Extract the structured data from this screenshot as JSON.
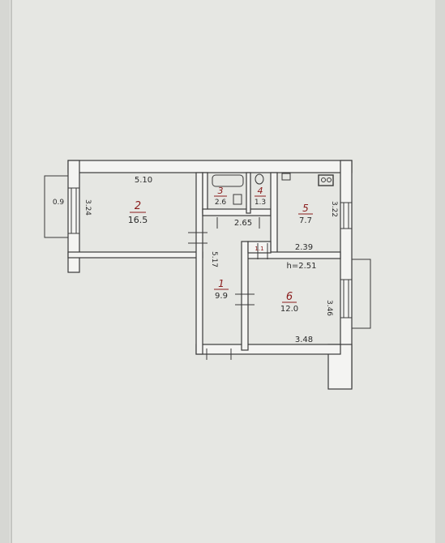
{
  "plan": {
    "rooms": [
      {
        "id": "2",
        "area": "16.5"
      },
      {
        "id": "3",
        "area": "2.6"
      },
      {
        "id": "4",
        "area": "1.3"
      },
      {
        "id": "5",
        "area": "7.7"
      },
      {
        "id": "1",
        "area": "9.9"
      },
      {
        "id": "6",
        "area": "12.0"
      }
    ],
    "dimensions": {
      "top_width": "5.10",
      "left_height": "3.24",
      "balcony_width": "0.9",
      "corridor_width": "2.65",
      "kitchen_height": "3.22",
      "kitchen_width": "2.39",
      "hall_length": "5.17",
      "room6_height": "3.46",
      "room6_width": "3.48",
      "pantry": "1.1"
    },
    "ceiling_height": "h=2.51"
  },
  "colors": {
    "wall": "#f4f4f2",
    "wall_stroke": "#3a3a3a",
    "number": "#8a1c1c",
    "paper": "#e7e8e4"
  }
}
